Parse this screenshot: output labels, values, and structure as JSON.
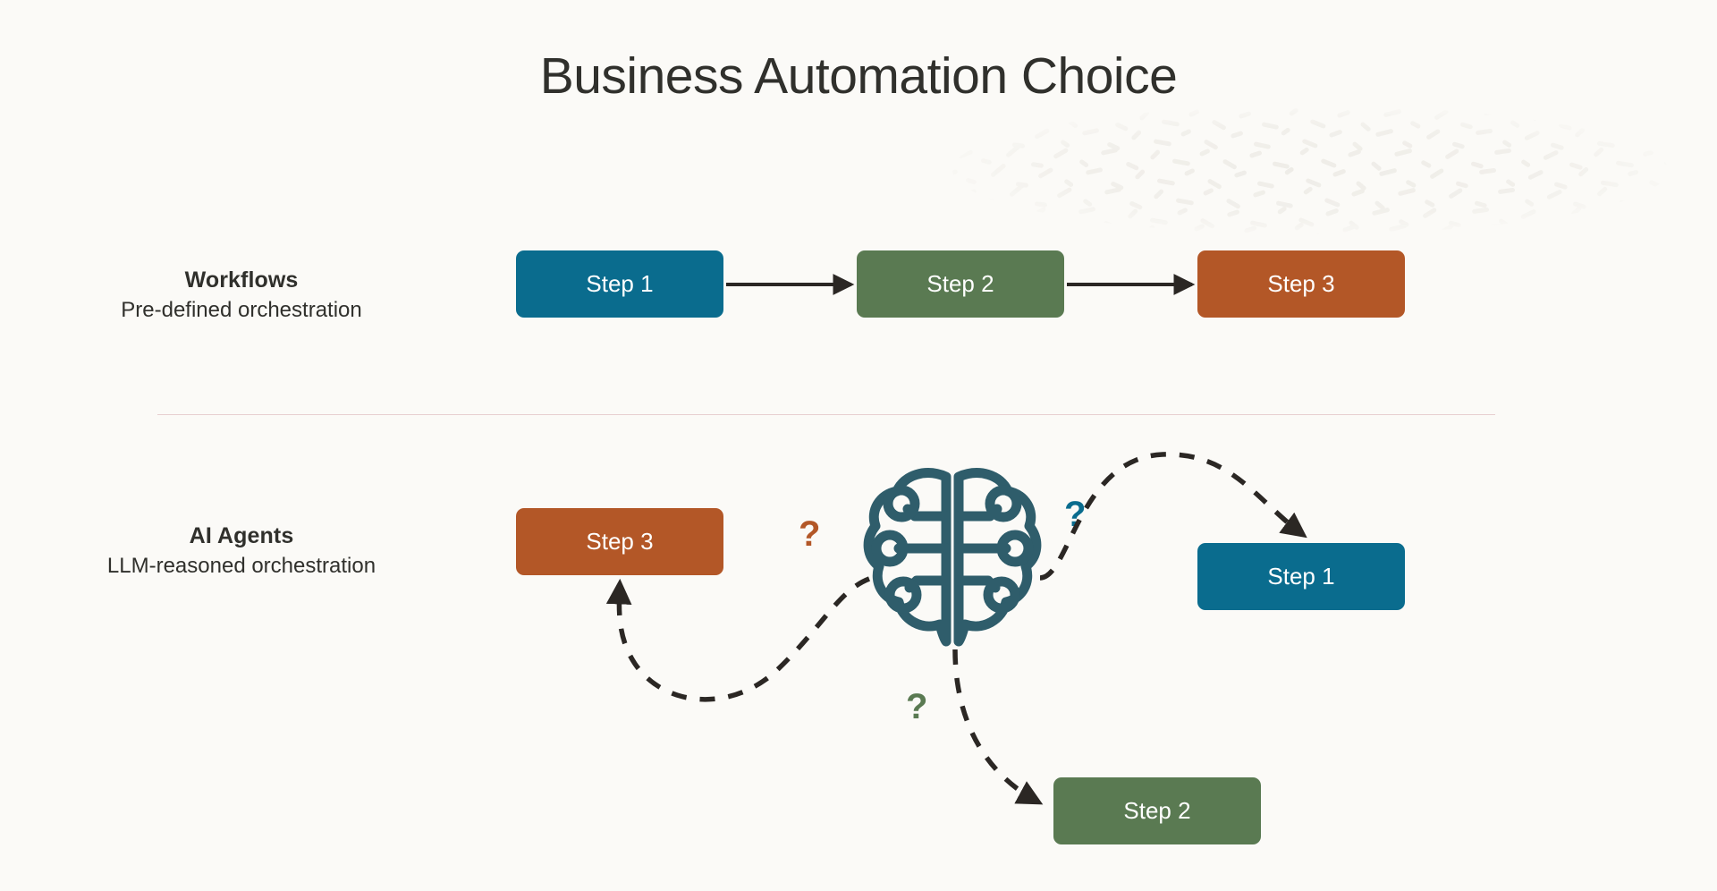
{
  "page": {
    "title": "Business Automation Choice",
    "background_color": "#fbfaf7",
    "divider_color": "#e7cfd0"
  },
  "colors": {
    "blue": "#0a6c8e",
    "green": "#5a7a52",
    "orange": "#b35727",
    "brain_teal": "#2f5d6b",
    "arrow_dark": "#2b2724",
    "text_dark": "#30302c",
    "box_text": "#ffffff"
  },
  "rows": [
    {
      "id": "workflows",
      "label_title": "Workflows",
      "label_subtitle": "Pre-defined orchestration",
      "boxes": [
        {
          "label": "Step 1",
          "color_key": "blue"
        },
        {
          "label": "Step 2",
          "color_key": "green"
        },
        {
          "label": "Step 3",
          "color_key": "orange"
        }
      ],
      "connectors": "solid-arrows-left-to-right"
    },
    {
      "id": "ai-agents",
      "label_title": "AI Agents",
      "label_subtitle": "LLM-reasoned orchestration",
      "boxes": [
        {
          "label": "Step 3",
          "color_key": "orange"
        },
        {
          "label": "Step 1",
          "color_key": "blue"
        },
        {
          "label": "Step 2",
          "color_key": "green"
        }
      ],
      "hub_icon": "brain-circuit-icon",
      "connectors": "dashed-curved-arrows-from-brain"
    }
  ],
  "question_marks": [
    {
      "id": "left",
      "glyph": "?",
      "color_key": "orange"
    },
    {
      "id": "right",
      "glyph": "?",
      "color_key": "blue"
    },
    {
      "id": "down",
      "glyph": "?",
      "color_key": "green"
    }
  ],
  "decoration": {
    "texture_name": "dashed-speckle-blob",
    "color": "#f0eeea"
  }
}
